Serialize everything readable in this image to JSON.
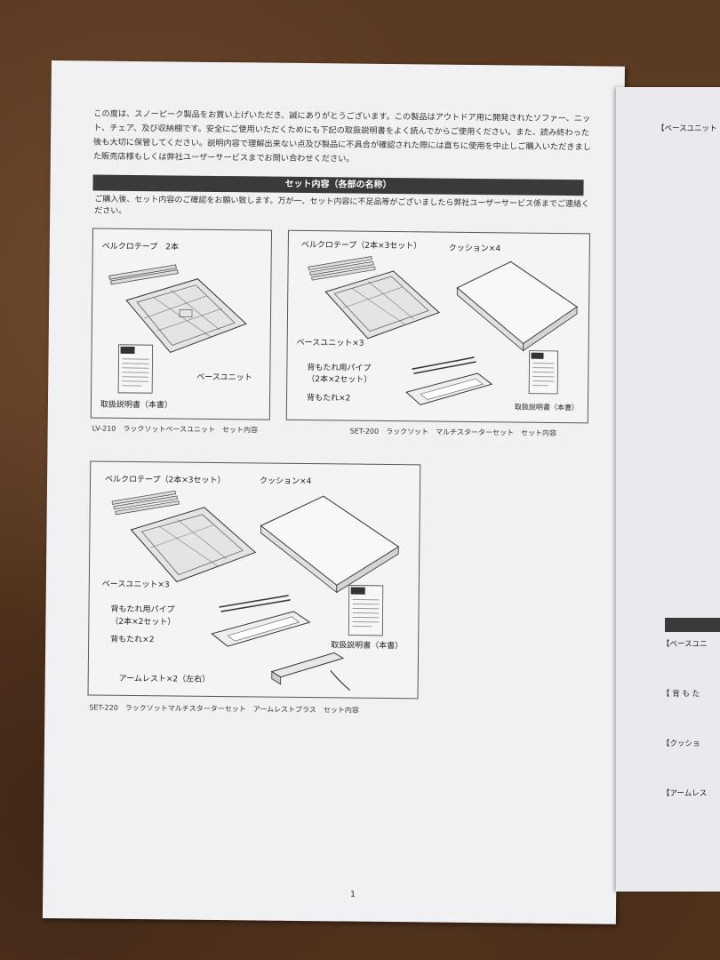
{
  "intro": "この度は、スノーピーク製品をお買い上げいただき、誠にありがとうございます。この製品はアウトドア用に開発されたソファー、ニット、チェア、及び収納棚です。安全にご使用いただくためにも下記の取扱説明書をよく読んでからご使用ください。また、読み終わった後も大切に保管してください。説明内容で理解出来ない点及び製品に不具合が確認された際には直ちに使用を中止しご購入いただきました販売店様もしくは弊社ユーザーサービスまでお問い合わせください。",
  "section": {
    "title": "セット内容（各部の名称）",
    "text": "ご購入後、セット内容のご確認をお願い致します。万が一、セット内容に不足品等がございましたら弊社ユーザーサービス係までご連絡ください。"
  },
  "box1": {
    "velcro": "ベルクロテープ　2本",
    "base": "ベースユニット",
    "manual": "取扱説明書（本書）",
    "caption": "LV-210　ラックソットベースユニット　セット内容"
  },
  "box2": {
    "velcro": "ベルクロテープ（2本×3セット）",
    "cushion": "クッション×4",
    "base": "ベースユニット×3",
    "pipe1": "背もたれ用パイプ",
    "pipe2": "（2本×2セット）",
    "back": "背もたれ×2",
    "manual": "取扱説明書（本書）",
    "caption": "SET-200　ラックソット　マルチスターターセット　セット内容"
  },
  "box3": {
    "velcro": "ベルクロテープ（2本×3セット）",
    "cushion": "クッション×4",
    "base": "ベースユニット×3",
    "pipe1": "背もたれ用パイプ",
    "pipe2": "（2本×2セット）",
    "back": "背もたれ×2",
    "manual": "取扱説明書（本書）",
    "armrest": "アームレスト×2（左右）",
    "caption": "SET-220　ラックソットマルチスターターセット　アームレストプラス　セット内容"
  },
  "page_number": "1",
  "right_page": {
    "top": "【ベースユニット",
    "items": [
      "【ベースユニ",
      "【 背 も た",
      "【クッショ",
      "【アームレス"
    ]
  }
}
